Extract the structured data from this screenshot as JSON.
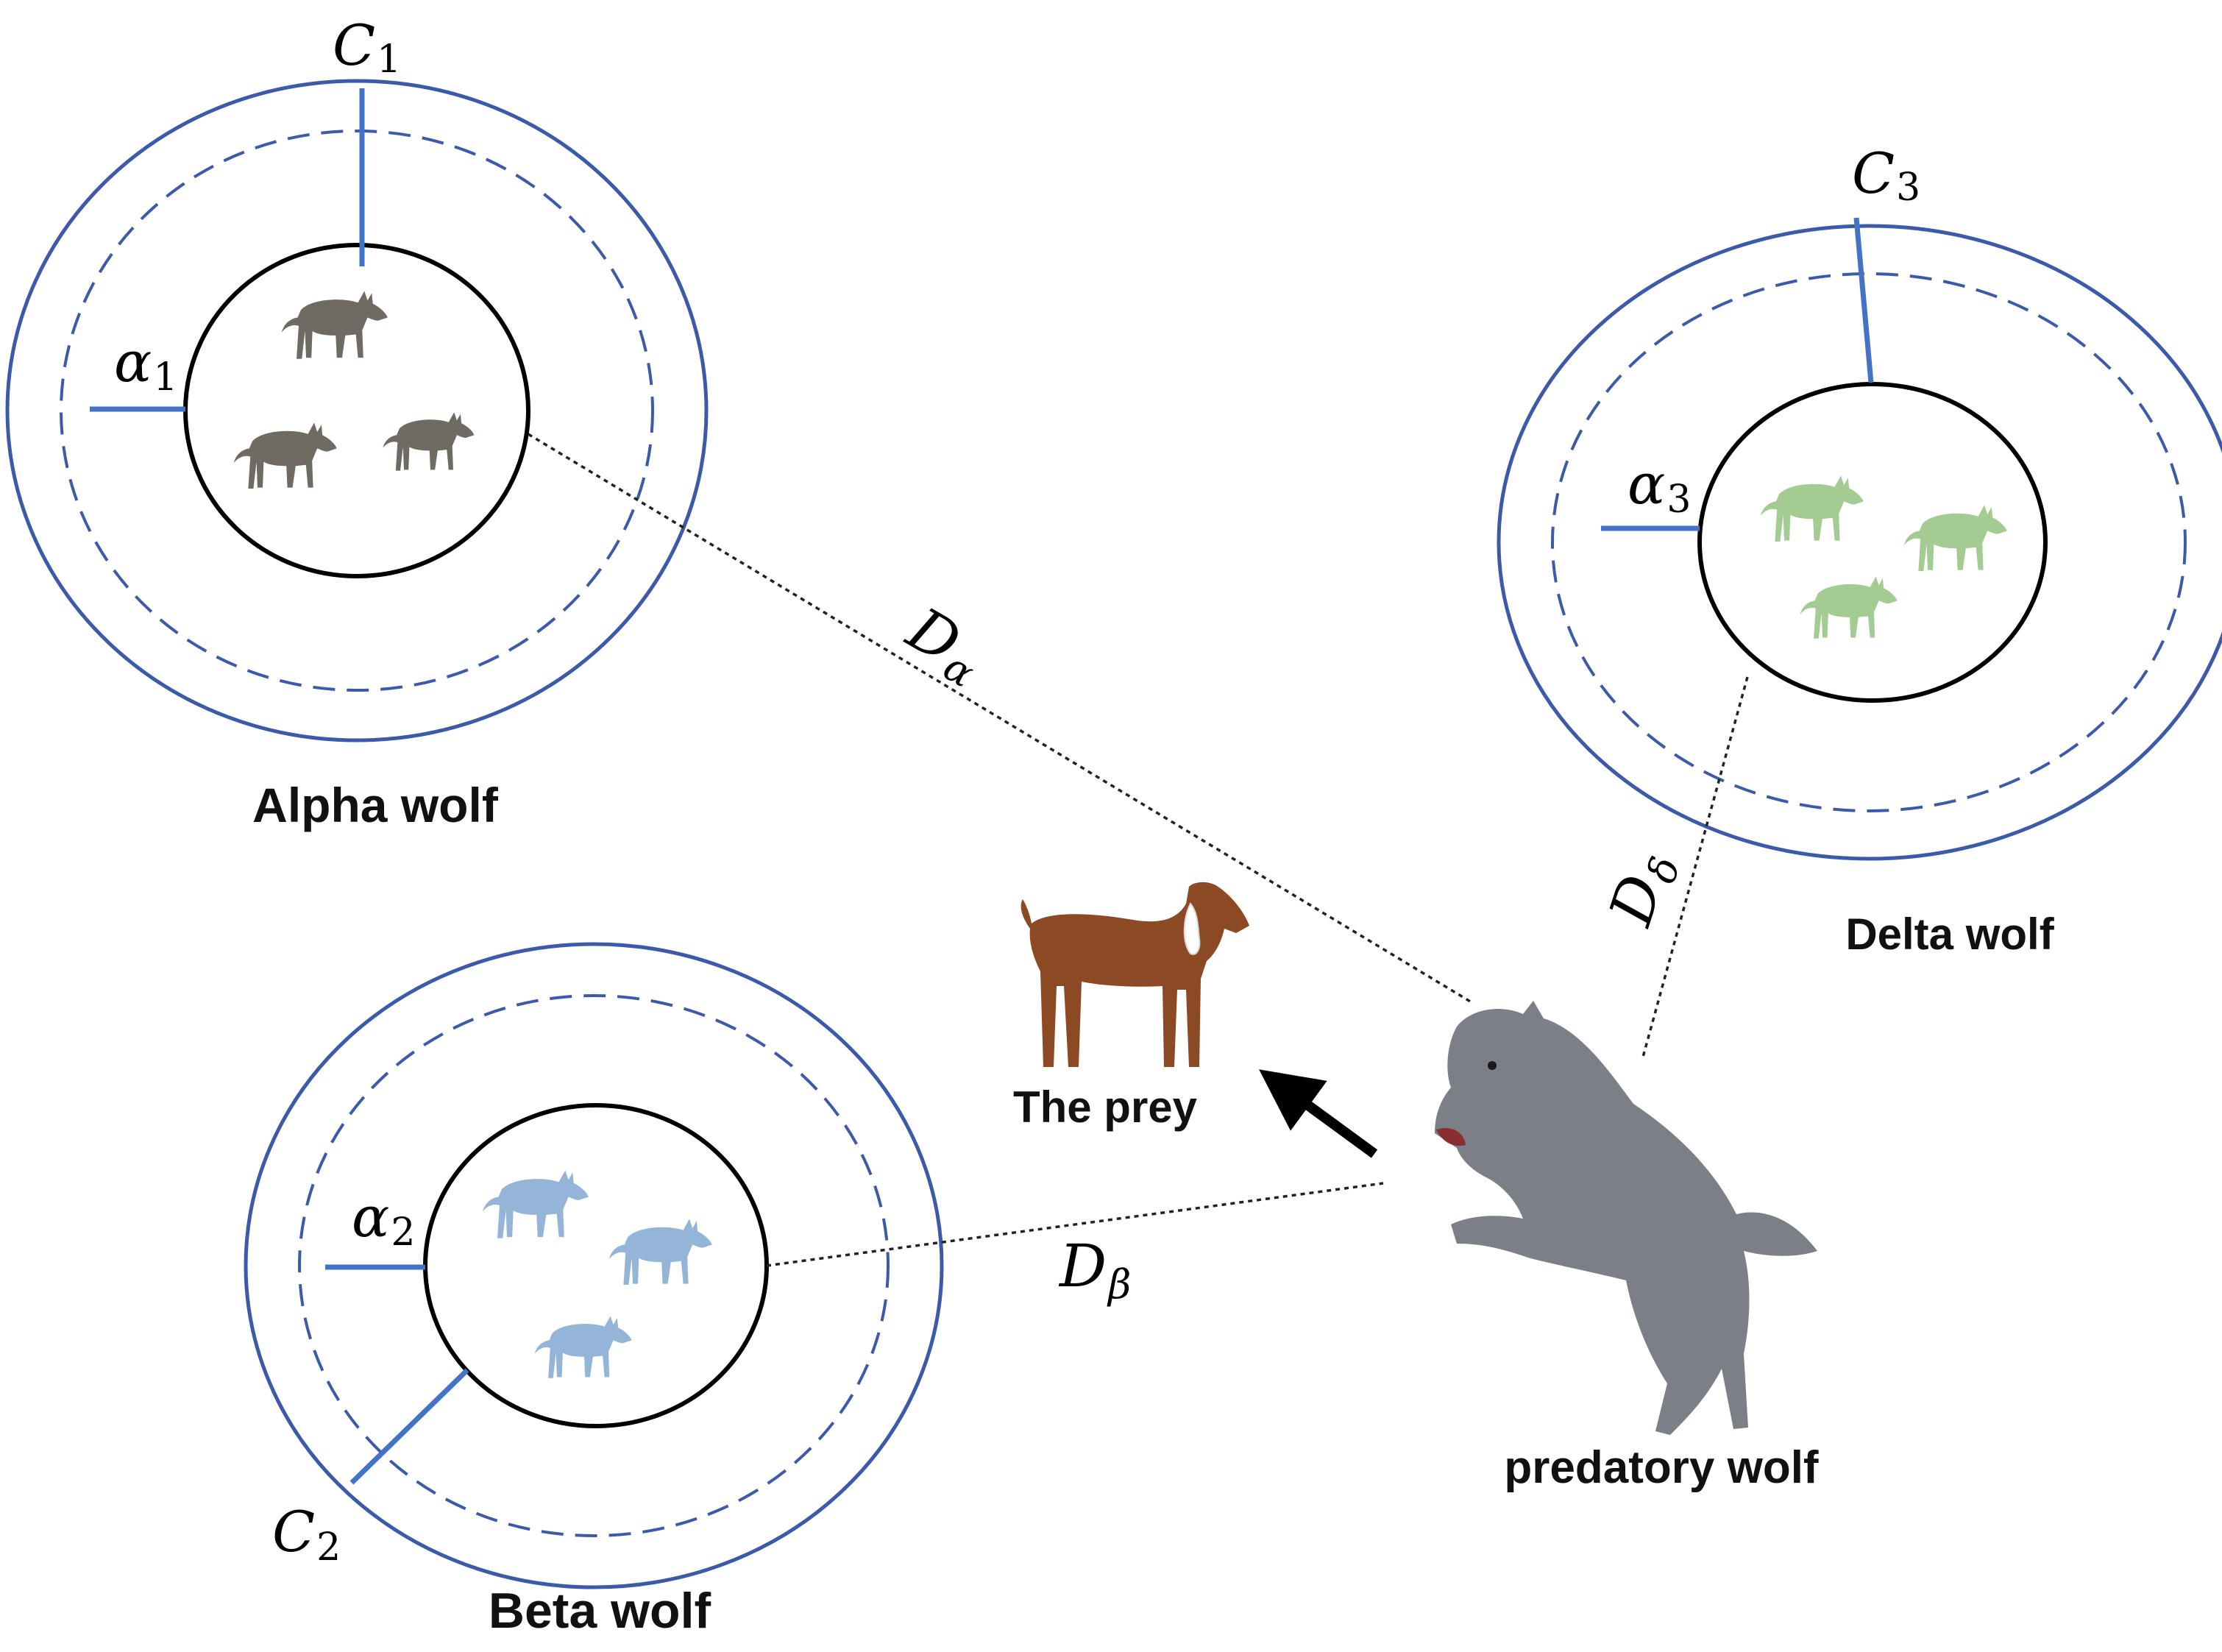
{
  "groups": {
    "alpha": {
      "label": "Alpha wolf",
      "c_var": "C",
      "c_sub": "1",
      "a_var": "α",
      "a_sub": "1",
      "color": "#6f6a62"
    },
    "beta": {
      "label": "Beta wolf",
      "c_var": "C",
      "c_sub": "2",
      "a_var": "α",
      "a_sub": "2",
      "color": "#7aa3cf"
    },
    "delta": {
      "label": "Delta wolf",
      "c_var": "C",
      "c_sub": "3",
      "a_var": "α",
      "a_sub": "3",
      "color": "#93c27f"
    }
  },
  "distances": {
    "alpha": {
      "var": "D",
      "sub": "α"
    },
    "beta": {
      "var": "D",
      "sub": "β"
    },
    "delta": {
      "var": "D",
      "sub": "δ"
    }
  },
  "prey": {
    "label": "The prey",
    "color": "#8b4a24"
  },
  "predator": {
    "label": "predatory wolf",
    "color": "#7d7f86"
  },
  "colors": {
    "circle_outer": "#3d5aa8",
    "circle_dashed": "#3d5aa8",
    "radius_line": "#4472c4",
    "inner_circle": "#000000"
  }
}
